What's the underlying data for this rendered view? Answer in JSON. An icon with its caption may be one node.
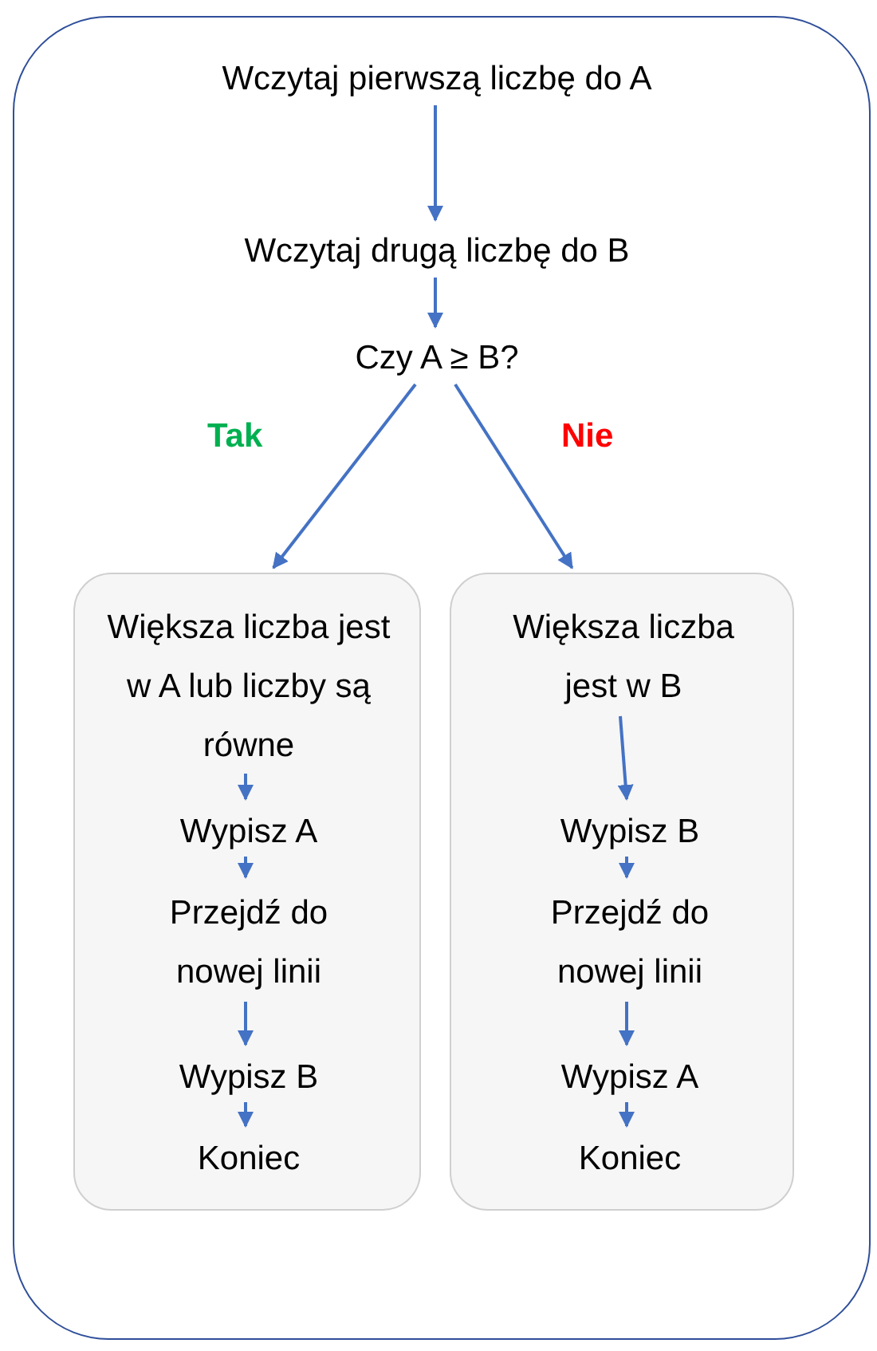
{
  "diagram": {
    "nodes": [
      {
        "text": [],
        "shape": "box"
      },
      {
        "text": [
          "Wczytaj pierwszą liczbę do A"
        ],
        "in": 0
      },
      {
        "text": [
          "Wczytaj drugą liczbę do B"
        ],
        "in": 0
      },
      {
        "text": [
          "Czy A ≥ B?"
        ],
        "in": 0
      },
      {
        "text": [],
        "shape": "box",
        "in": 0
      },
      {
        "text": [
          "Większa liczba jest w A lub liczby są równe"
        ],
        "in": 4
      },
      {
        "text": [
          "Wypisz A"
        ],
        "in": 4
      },
      {
        "text": [
          "Przejdź do nowej linii"
        ],
        "in": 4
      },
      {
        "text": [
          "Wypisz B"
        ],
        "in": 4
      },
      {
        "text": [
          "Koniec"
        ],
        "in": 4
      },
      {
        "text": [],
        "shape": "box",
        "in": 0
      },
      {
        "text": [
          "Większa liczba jest w B"
        ],
        "in": 10
      },
      {
        "text": [
          "Wypisz B"
        ],
        "in": 10
      },
      {
        "text": [
          "Przejdź do nowej linii"
        ],
        "in": 10
      },
      {
        "text": [
          "Wypisz A"
        ],
        "in": 10
      },
      {
        "text": [
          "Koniec"
        ],
        "in": 10
      }
    ],
    "edges": [
      {
        "from": 1,
        "to": 2,
        "arrow": "to"
      },
      {
        "from": 2,
        "to": 3,
        "arrow": "to"
      },
      {
        "from": 3,
        "to": 4,
        "arrow": "to",
        "label": "Tak"
      },
      {
        "from": 3,
        "to": 10,
        "arrow": "to",
        "label": "Nie"
      },
      {
        "from": 5,
        "to": 6,
        "arrow": "to"
      },
      {
        "from": 6,
        "to": 7,
        "arrow": "to"
      },
      {
        "from": 7,
        "to": 8,
        "arrow": "to"
      },
      {
        "from": 8,
        "to": 9,
        "arrow": "to"
      },
      {
        "from": 11,
        "to": 12,
        "arrow": "to"
      },
      {
        "from": 12,
        "to": 13,
        "arrow": "to"
      },
      {
        "from": 13,
        "to": 14,
        "arrow": "to"
      },
      {
        "from": 14,
        "to": 15,
        "arrow": "to"
      }
    ]
  }
}
